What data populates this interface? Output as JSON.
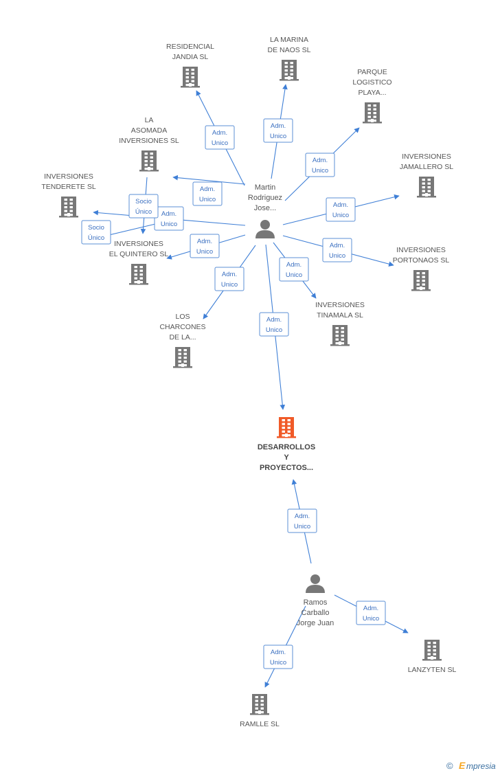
{
  "colors": {
    "company_icon": "#777777",
    "focus_company_icon": "#f05a28",
    "person_icon": "#777777",
    "edge": "#3f7fd6",
    "label_text": "#555555",
    "brand": "#3a6fa0",
    "brand_accent": "#f5a623"
  },
  "nodes": [
    {
      "id": "residencial",
      "kind": "company",
      "label": [
        "RESIDENCIAL",
        "JANDIA SL"
      ]
    },
    {
      "id": "marina",
      "kind": "company",
      "label": [
        "LA MARINA",
        "DE NAOS SL"
      ]
    },
    {
      "id": "parque",
      "kind": "company",
      "label": [
        "PARQUE",
        "LOGISTICO",
        "PLAYA..."
      ]
    },
    {
      "id": "asomada",
      "kind": "company",
      "label": [
        "LA",
        "ASOMADA",
        "INVERSIONES SL"
      ]
    },
    {
      "id": "jamallero",
      "kind": "company",
      "label": [
        "INVERSIONES",
        "JAMALLERO SL"
      ]
    },
    {
      "id": "tenderete",
      "kind": "company",
      "label": [
        "INVERSIONES",
        "TENDERETE SL"
      ]
    },
    {
      "id": "quintero",
      "kind": "company",
      "label": [
        "INVERSIONES",
        "EL QUINTERO SL"
      ]
    },
    {
      "id": "portonaos",
      "kind": "company",
      "label": [
        "INVERSIONES",
        "PORTONAOS SL"
      ]
    },
    {
      "id": "tinamala",
      "kind": "company",
      "label": [
        "INVERSIONES",
        "TINAMALA SL"
      ]
    },
    {
      "id": "charcones",
      "kind": "company",
      "label": [
        "LOS",
        "CHARCONES",
        "DE LA..."
      ]
    },
    {
      "id": "desarrollos",
      "kind": "focus",
      "label": [
        "DESARROLLOS",
        "Y",
        "PROYECTOS..."
      ]
    },
    {
      "id": "lanzyten",
      "kind": "company",
      "label": [
        "LANZYTEN SL"
      ]
    },
    {
      "id": "ramlle",
      "kind": "company",
      "label": [
        "RAMLLE SL"
      ]
    },
    {
      "id": "martin",
      "kind": "person",
      "label": [
        "Martin",
        "Rodriguez",
        "Jose..."
      ]
    },
    {
      "id": "ramos",
      "kind": "person",
      "label": [
        "Ramos",
        "Carballo",
        "Jorge Juan"
      ]
    }
  ],
  "edges": [
    {
      "from": "martin",
      "to": "residencial",
      "label": [
        "Adm.",
        "Unico"
      ]
    },
    {
      "from": "martin",
      "to": "marina",
      "label": [
        "Adm.",
        "Unico"
      ]
    },
    {
      "from": "martin",
      "to": "parque",
      "label": [
        "Adm.",
        "Unico"
      ]
    },
    {
      "from": "martin",
      "to": "asomada",
      "label": [
        "Adm.",
        "Unico"
      ]
    },
    {
      "from": "martin",
      "to": "jamallero",
      "label": [
        "Adm.",
        "Unico"
      ]
    },
    {
      "from": "martin",
      "to": "tenderete",
      "label": [
        "Adm.",
        "Unico"
      ]
    },
    {
      "from": "martin",
      "to": "quintero",
      "label": [
        "Adm.",
        "Unico"
      ]
    },
    {
      "from": "martin",
      "to": "portonaos",
      "label": [
        "Adm.",
        "Unico"
      ]
    },
    {
      "from": "martin",
      "to": "tinamala",
      "label": [
        "Adm.",
        "Unico"
      ]
    },
    {
      "from": "martin",
      "to": "charcones",
      "label": [
        "Adm.",
        "Unico"
      ]
    },
    {
      "from": "martin",
      "to": "desarrollos",
      "label": [
        "Adm.",
        "Unico"
      ]
    },
    {
      "from": "asomada",
      "to": "quintero",
      "label": [
        "Socio",
        "Único"
      ]
    },
    {
      "from": "quintero",
      "to": "tenderete",
      "label": [
        "Socio",
        "Único"
      ]
    },
    {
      "from": "ramos",
      "to": "desarrollos",
      "label": [
        "Adm.",
        "Unico"
      ]
    },
    {
      "from": "ramos",
      "to": "lanzyten",
      "label": [
        "Adm.",
        "Unico"
      ]
    },
    {
      "from": "ramos",
      "to": "ramlle",
      "label": [
        "Adm.",
        "Unico"
      ]
    }
  ],
  "brand": {
    "copyright": "©",
    "initial": "E",
    "name": "mpresia"
  }
}
